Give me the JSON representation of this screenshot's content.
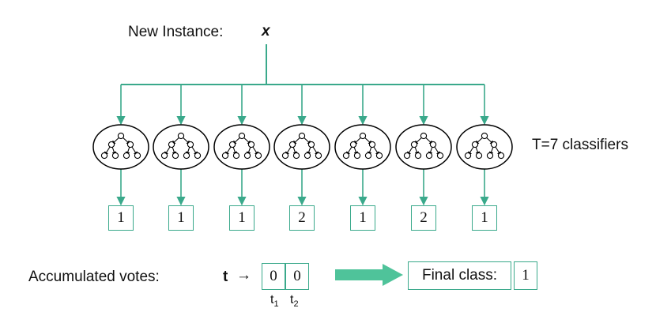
{
  "header": {
    "label": "New Instance:",
    "variable": "x"
  },
  "ensemble": {
    "count_label": "T=7 classifiers",
    "num_classifiers": 7
  },
  "votes": [
    "1",
    "1",
    "1",
    "2",
    "1",
    "2",
    "1"
  ],
  "accumulated": {
    "label": "Accumulated votes:",
    "t_label": "t",
    "arrow": "→",
    "cells": [
      "0",
      "0"
    ],
    "subscripts": [
      {
        "base": "t",
        "sub": "1"
      },
      {
        "base": "t",
        "sub": "2"
      }
    ]
  },
  "final": {
    "label": "Final class:",
    "value": "1"
  },
  "colors": {
    "line": "#3aa98b",
    "big_arrow": "#4fc39a",
    "node": "#000000"
  },
  "icons": {
    "classifier": "decision-tree-icon",
    "big_arrow": "right-arrow-icon"
  }
}
